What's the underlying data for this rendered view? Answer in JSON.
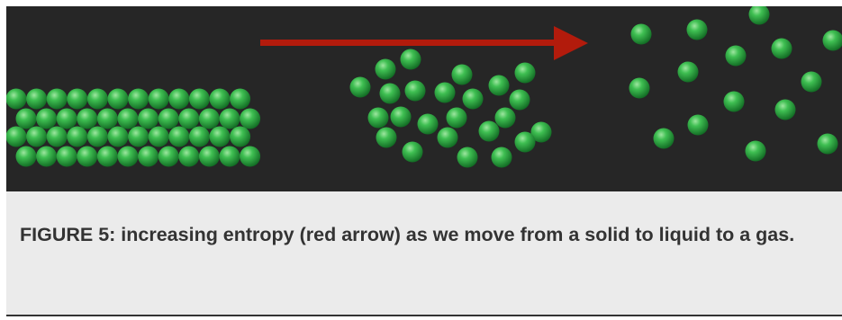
{
  "caption": {
    "text": "FIGURE 5: increasing entropy (red arrow) as we move from a solid to liquid to a gas."
  },
  "diagram": {
    "background_color": "#262626",
    "arrow_color": "#b21b0c",
    "particle_color": "#1fa33c",
    "particle_highlight_color": "#8be08f",
    "phases": [
      "solid",
      "liquid",
      "gas"
    ]
  }
}
